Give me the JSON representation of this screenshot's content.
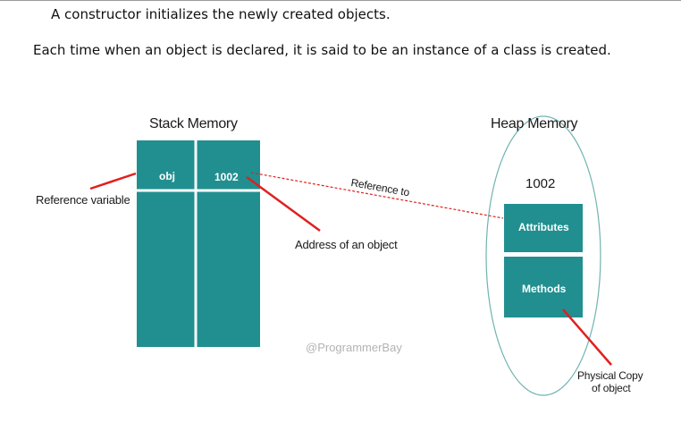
{
  "intro": {
    "line1": "A constructor initializes the newly created objects.",
    "line2": "Each time when an object is declared, it is said to be an instance of a class is created."
  },
  "diagram": {
    "stack_title": "Stack Memory",
    "heap_title": "Heap Memory",
    "stack_cell_var": "obj",
    "stack_cell_value": "1002",
    "heap_address": "1002",
    "attributes_label": "Attributes",
    "methods_label": "Methods",
    "reference_variable_label": "Reference variable",
    "reference_to_label": "Reference to",
    "address_label": "Address of an object",
    "physical_copy_label_line1": "Physical Copy",
    "physical_copy_label_line2": "of object",
    "watermark": "@ProgrammerBay"
  },
  "colors": {
    "teal": "#218F90",
    "divider": "#ffffff",
    "pointer_red": "#E02020",
    "ellipse_stroke": "#6FB3B0"
  }
}
